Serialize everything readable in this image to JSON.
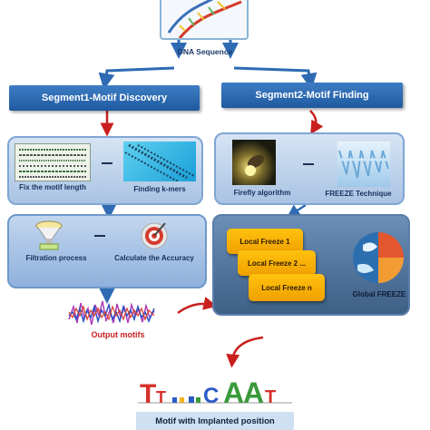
{
  "dna_sequence": {
    "label": "DNA Sequence"
  },
  "segment1": {
    "title": "Segment1-Motif Discovery",
    "step1": {
      "left": "Fix the motif length",
      "right": "Finding k-mers"
    },
    "step2": {
      "left": "Filtration process",
      "right": "Calculate the Accuracy"
    }
  },
  "segment2": {
    "title": "Segment2-Motif Finding",
    "step1": {
      "left": "Firefly algorithm",
      "right": "FREEZE Technique"
    },
    "freeze_cards": [
      "Local Freeze 1",
      "Local Freeze 2 ...",
      "Local Freeze n"
    ],
    "global_label": "Global FREEZE"
  },
  "output": {
    "label": "Output motifs"
  },
  "motif_logo": {
    "letters": [
      "T",
      "T",
      "C",
      "A",
      "A",
      "T"
    ]
  },
  "footer": {
    "label": "Motif with Implanted position"
  },
  "colors": {
    "bar": "#2e6bb3",
    "freeze": "#f7b500",
    "red_arrow": "#c8201e"
  }
}
